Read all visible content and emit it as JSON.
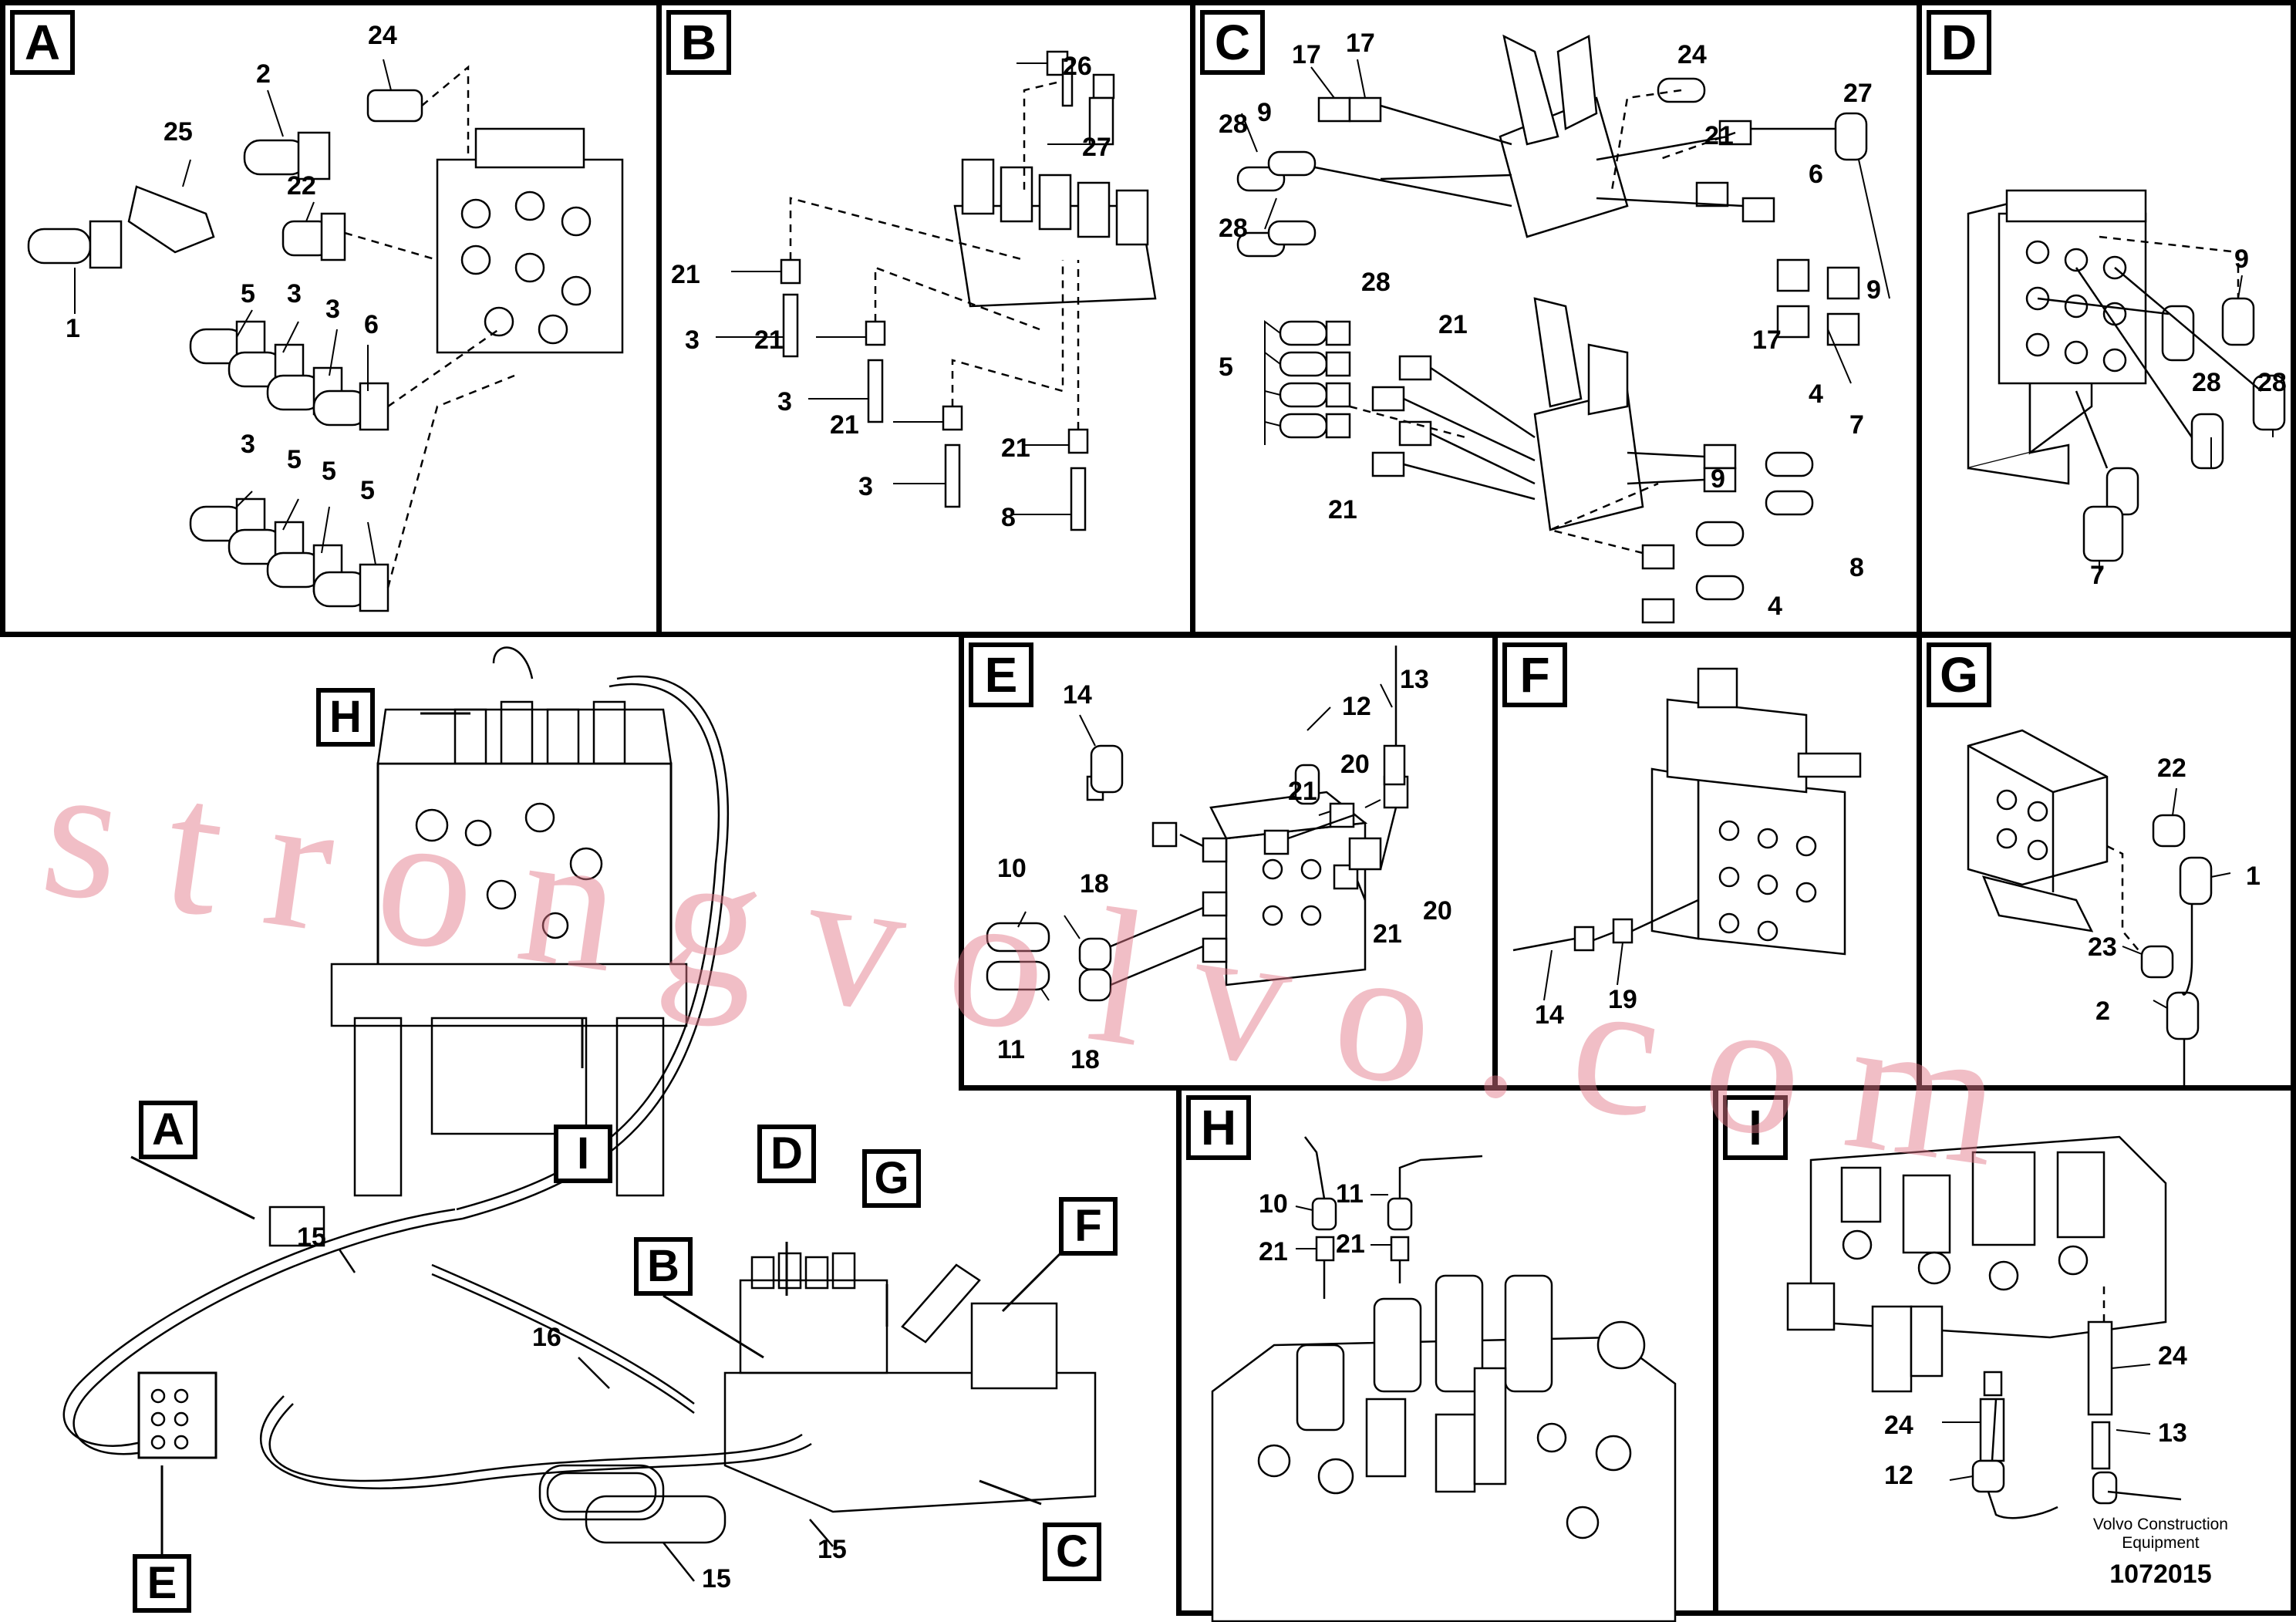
{
  "panels": {
    "A": {
      "label": "A",
      "numbers": [
        "24",
        "2",
        "25",
        "22",
        "1",
        "5",
        "3",
        "3",
        "6",
        "3",
        "5",
        "5",
        "5"
      ]
    },
    "B": {
      "label": "B",
      "numbers": [
        "26",
        "27",
        "21",
        "3",
        "21",
        "3",
        "21",
        "3",
        "21",
        "8"
      ]
    },
    "C": {
      "label": "C",
      "numbers": [
        "17",
        "17",
        "9",
        "28",
        "28",
        "28",
        "24",
        "27",
        "21",
        "6",
        "9",
        "17",
        "4",
        "21",
        "5",
        "21",
        "7",
        "9",
        "8",
        "4"
      ]
    },
    "D": {
      "label": "D",
      "numbers": [
        "9",
        "28",
        "28",
        "7"
      ]
    },
    "E": {
      "label": "E",
      "numbers": [
        "14",
        "13",
        "12",
        "21",
        "20",
        "10",
        "18",
        "21",
        "20",
        "11",
        "18"
      ]
    },
    "F": {
      "label": "F",
      "numbers": [
        "14",
        "19"
      ]
    },
    "G": {
      "label": "G",
      "numbers": [
        "22",
        "1",
        "23",
        "2"
      ]
    },
    "H": {
      "label": "H",
      "numbers": [
        "10",
        "11",
        "21",
        "21"
      ]
    },
    "I": {
      "label": "I",
      "numbers": [
        "24",
        "24",
        "13",
        "12"
      ]
    }
  },
  "overview": {
    "callouts": [
      "H",
      "A",
      "I",
      "D",
      "G",
      "F",
      "B",
      "C",
      "E"
    ],
    "numbers": [
      "15",
      "16",
      "15",
      "15"
    ]
  },
  "footer": {
    "brand_line1": "Volvo Construction",
    "brand_line2": "Equipment",
    "code": "1072015"
  },
  "watermark": "strongvolvo.com"
}
